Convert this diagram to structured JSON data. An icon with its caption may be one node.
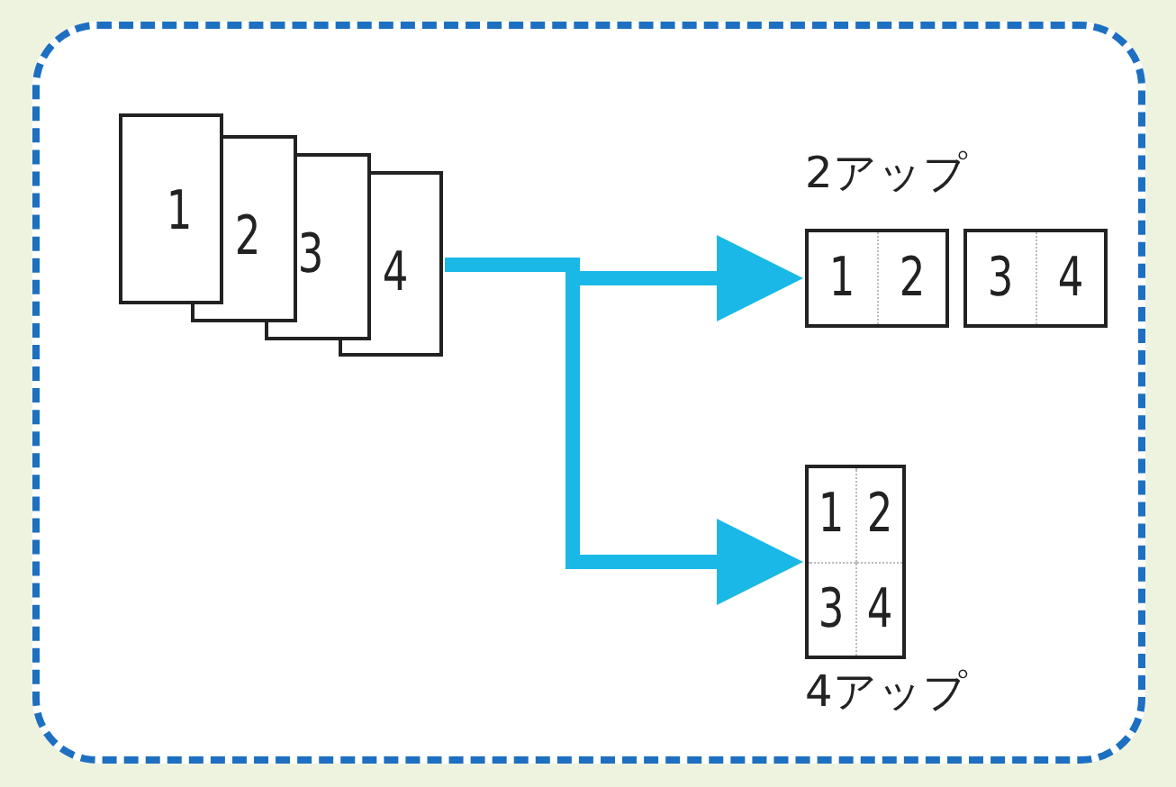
{
  "diagram": {
    "nodes": [
      {
        "text": [
          "1"
        ]
      },
      {
        "text": [
          "2"
        ]
      },
      {
        "text": [
          "3"
        ]
      },
      {
        "text": [
          "4"
        ]
      },
      {
        "text": [
          "1",
          "2"
        ],
        "beside": [
          "2アップ"
        ]
      },
      {
        "text": [
          "3",
          "4"
        ]
      },
      {
        "text": [
          "1",
          "2",
          "3",
          "4"
        ],
        "beside": [
          "4アップ"
        ]
      }
    ],
    "edges": [
      {
        "from": 3,
        "to": 4,
        "arrow": "to",
        "color": "#1ab8e6"
      },
      {
        "from": 3,
        "to": 6,
        "arrow": "to",
        "color": "#1ab8e6"
      }
    ]
  }
}
